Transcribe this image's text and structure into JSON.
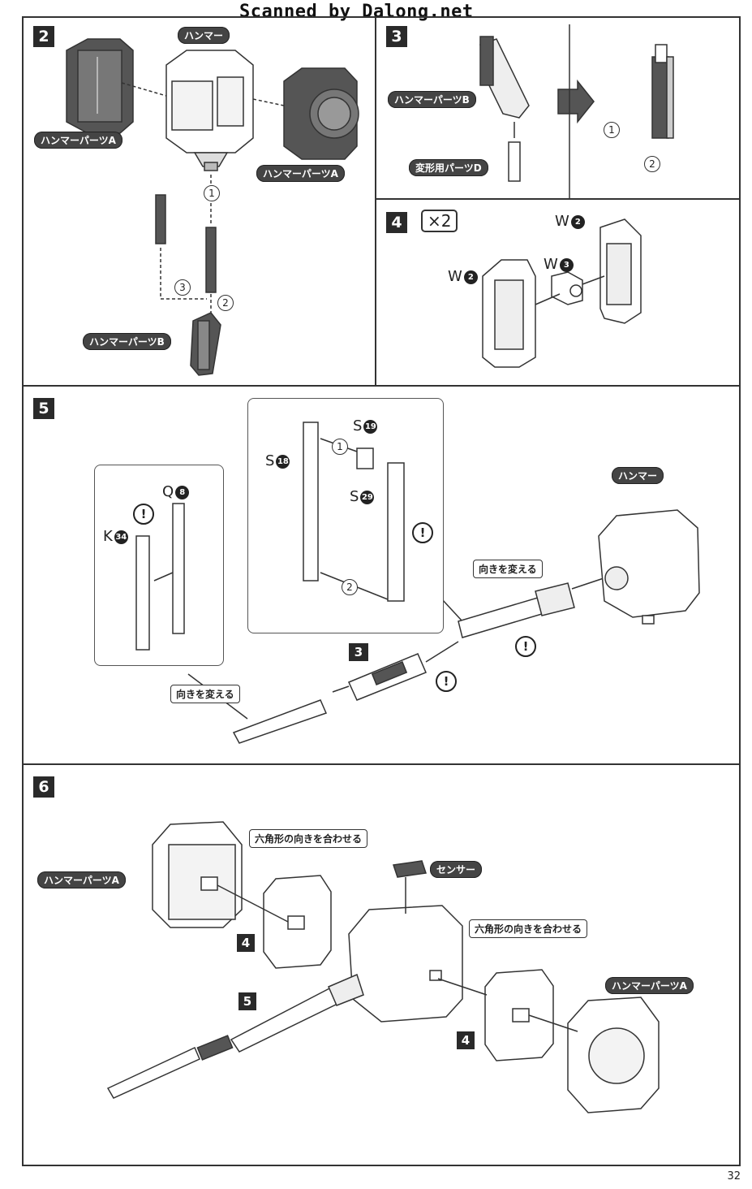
{
  "watermark": "Scanned by Dalong.net",
  "page_number": "32",
  "steps": {
    "s2": {
      "num": "2",
      "hammer": "ハンマー",
      "partA_left": "ハンマーパーツA",
      "partA_right": "ハンマーパーツA",
      "partB": "ハンマーパーツB",
      "c1": "1",
      "c2": "2",
      "c3": "3"
    },
    "s3": {
      "num": "3",
      "partB": "ハンマーパーツB",
      "partD": "変形用パーツD",
      "c1": "1",
      "c2": "2"
    },
    "s4": {
      "num": "4",
      "mult": "×2",
      "w2a_letter": "W",
      "w2a_num": "2",
      "w2b_letter": "W",
      "w2b_num": "2",
      "w3_letter": "W",
      "w3_num": "3"
    },
    "s5": {
      "num": "5",
      "hammer": "ハンマー",
      "turn1": "向きを変える",
      "turn2": "向きを変える",
      "sub3": "3",
      "q_letter": "Q",
      "q_num": "8",
      "k_letter": "K",
      "k_num": "34",
      "s18_letter": "S",
      "s18_num": "18",
      "s19_letter": "S",
      "s19_num": "19",
      "s29_letter": "S",
      "s29_num": "29",
      "c1": "1",
      "c2": "2",
      "warn": "!"
    },
    "s6": {
      "num": "6",
      "hex1": "六角形の向きを合わせる",
      "hex2": "六角形の向きを合わせる",
      "sensor": "センサー",
      "partA_left": "ハンマーパーツA",
      "partA_right": "ハンマーパーツA",
      "sub4a": "4",
      "sub4b": "4",
      "sub5": "5"
    }
  }
}
